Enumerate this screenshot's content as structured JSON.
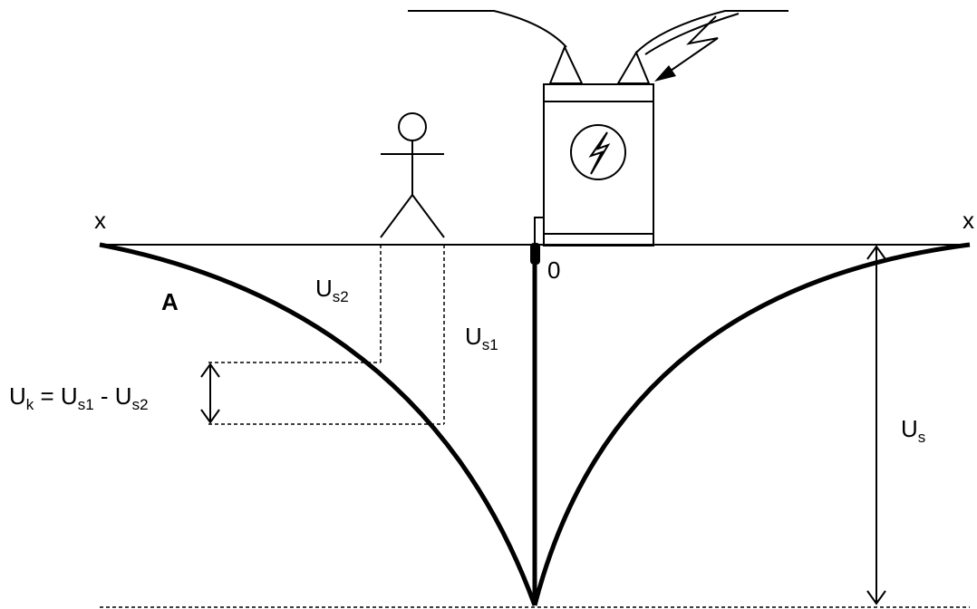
{
  "labels": {
    "x_left": "x",
    "x_right": "x",
    "origin": "0",
    "curve": "A",
    "us2": {
      "base": "U",
      "sub": "s2"
    },
    "us1": {
      "base": "U",
      "sub": "s1"
    },
    "us": {
      "base": "U",
      "sub": "s"
    },
    "uk": {
      "base": "U",
      "sub": "k",
      "equals": " = ",
      "term1_base": "U",
      "term1_sub": "s1",
      "minus": " - ",
      "term2_base": "U",
      "term2_sub": "s2"
    }
  }
}
